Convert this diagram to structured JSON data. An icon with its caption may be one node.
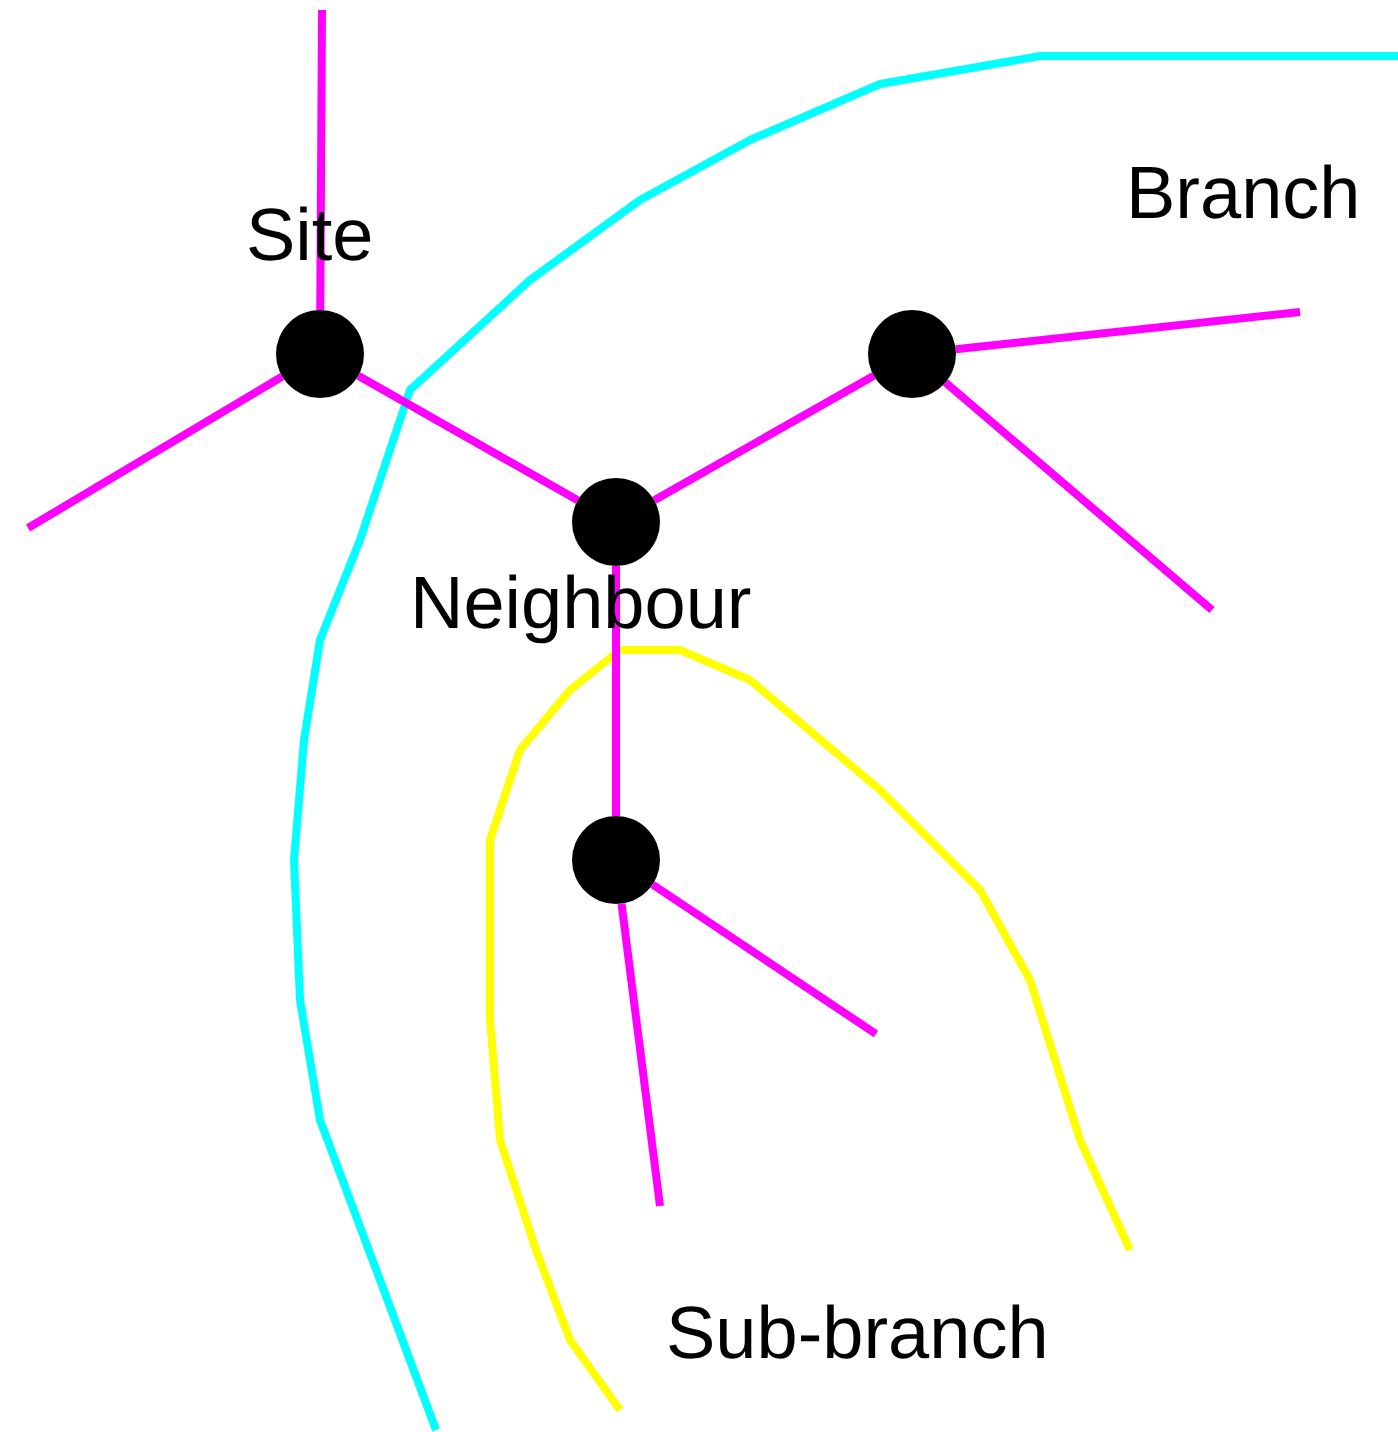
{
  "diagram": {
    "nodes": [
      {
        "text": [],
        "shape": "circle",
        "beside": [
          "Site"
        ]
      },
      {
        "text": [],
        "shape": "circle",
        "beside": [
          "Neighbour"
        ]
      },
      {
        "text": [],
        "shape": "circle"
      },
      {
        "text": [],
        "shape": "circle"
      }
    ],
    "edges": [
      {
        "from": 0,
        "to": null,
        "arrow": "none"
      },
      {
        "from": 0,
        "to": null,
        "arrow": "none"
      },
      {
        "from": 0,
        "to": 1,
        "arrow": "none"
      },
      {
        "from": 1,
        "to": 2,
        "arrow": "none"
      },
      {
        "from": 2,
        "to": null,
        "arrow": "none"
      },
      {
        "from": 2,
        "to": null,
        "arrow": "none"
      },
      {
        "from": 1,
        "to": 3,
        "arrow": "none"
      },
      {
        "from": 3,
        "to": null,
        "arrow": "none"
      },
      {
        "from": 3,
        "to": null,
        "arrow": "none"
      }
    ],
    "labels": [
      "Branch",
      "Sub-branch"
    ]
  }
}
